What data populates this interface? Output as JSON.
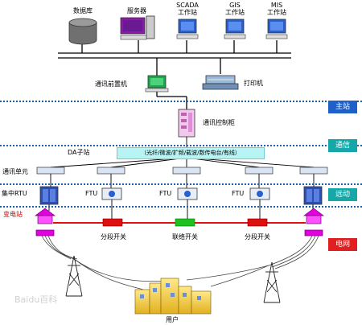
{
  "top": {
    "database": "数据库",
    "server": "服务器",
    "scada": "SCADA\n工作站",
    "gis": "GIS\n工作站",
    "mis": "MIS\n工作站",
    "front_machine": "通讯前置机",
    "printer": "打印机"
  },
  "comm": {
    "control_cabinet": "通讯控制柜",
    "da_substation": "DA子站",
    "channel_box": "（光纤/微波/扩频/载波/数传电台/有线）",
    "comm_unit": "通讯单元"
  },
  "field": {
    "rtu": "集中RTU",
    "ftu1": "FTU",
    "ftu2": "FTU",
    "ftu3": "FTU",
    "substation": "变电站",
    "switch1": "分段开关",
    "switch2": "联络开关",
    "switch3": "分段开关",
    "user": "用户"
  },
  "bands": {
    "main": "主站",
    "comm": "通信",
    "field": "远动",
    "grid": "电网"
  },
  "colors": {
    "band_blue": "#1f5fc8",
    "band_teal": "#16a8a8",
    "band_red": "#e02020",
    "switch_red": "#e01010",
    "switch_green": "#20c020",
    "substation_magenta": "#e000e0"
  },
  "watermark": "Baidu百科"
}
